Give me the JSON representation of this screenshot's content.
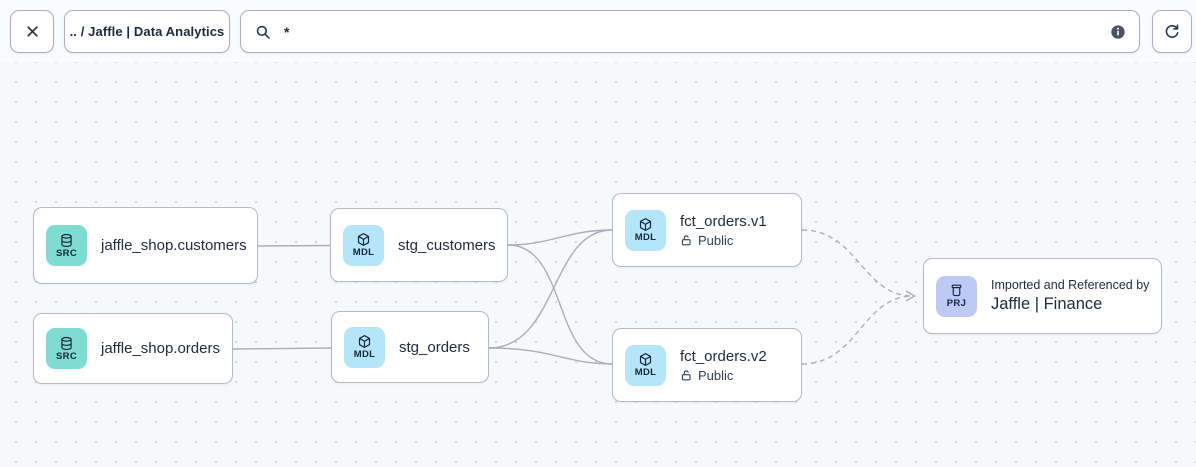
{
  "topbar": {
    "breadcrumb_label": ".. / Jaffle | Data Analytics",
    "search_value": "*",
    "icons": {
      "close": "x-mark",
      "search": "magnifier",
      "info": "info-circle",
      "refresh": "rotate-clockwise"
    }
  },
  "graph": {
    "nodes": {
      "src_customers": {
        "badge": "SRC",
        "icon": "database",
        "label": "jaffle_shop.customers"
      },
      "src_orders": {
        "badge": "SRC",
        "icon": "database",
        "label": "jaffle_shop.orders"
      },
      "stg_customers": {
        "badge": "MDL",
        "icon": "cube",
        "label": "stg_customers"
      },
      "stg_orders": {
        "badge": "MDL",
        "icon": "cube",
        "label": "stg_orders"
      },
      "fct_orders_v1": {
        "badge": "MDL",
        "icon": "cube",
        "label": "fct_orders.v1",
        "access_icon": "lock-open",
        "access": "Public"
      },
      "fct_orders_v2": {
        "badge": "MDL",
        "icon": "cube",
        "label": "fct_orders.v2",
        "access_icon": "lock-open",
        "access": "Public"
      },
      "project_ref": {
        "badge": "PRJ",
        "icon": "project-jar",
        "caption": "Imported and Referenced by",
        "label": "Jaffle | Finance"
      }
    },
    "edges": [
      {
        "from": "src_customers",
        "to": "stg_customers",
        "style": "solid"
      },
      {
        "from": "src_orders",
        "to": "stg_orders",
        "style": "solid"
      },
      {
        "from": "stg_customers",
        "to": "fct_orders_v1",
        "style": "solid"
      },
      {
        "from": "stg_customers",
        "to": "fct_orders_v2",
        "style": "solid"
      },
      {
        "from": "stg_orders",
        "to": "fct_orders_v1",
        "style": "solid"
      },
      {
        "from": "stg_orders",
        "to": "fct_orders_v2",
        "style": "solid"
      },
      {
        "from": "fct_orders_v1",
        "to": "project_ref",
        "style": "dashed"
      },
      {
        "from": "fct_orders_v2",
        "to": "project_ref",
        "style": "dashed"
      }
    ]
  },
  "colors": {
    "src_badge": "#7EDCD3",
    "mdl_badge": "#B5E5F9",
    "prj_badge": "#BFC9F6",
    "edge": "#A7AFBA",
    "text": "#1F2B3D",
    "canvas_bg": "#F7F8FA"
  }
}
